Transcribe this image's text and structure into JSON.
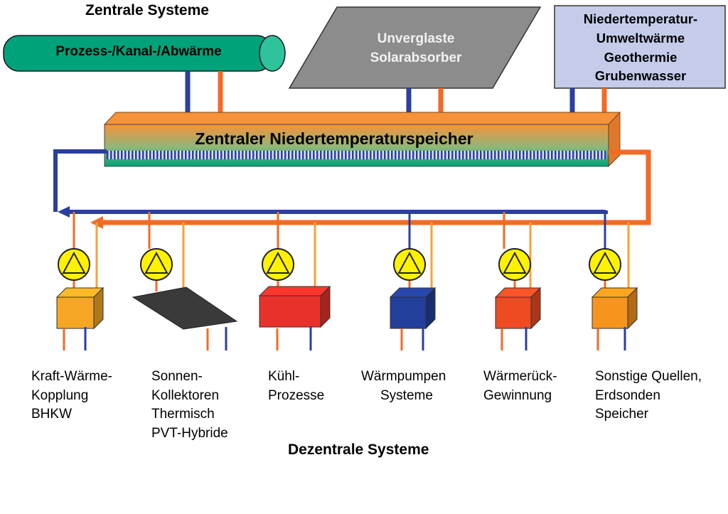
{
  "titles": {
    "central": "Zentrale Systeme",
    "decentral": "Dezentrale Systeme"
  },
  "sources": {
    "pipe": "Prozess-/Kanal-/Abwärme",
    "solar": [
      "Unverglaste",
      "Solarabsorber"
    ],
    "geo": [
      "Niedertemperatur-",
      "Umweltwärme",
      "Geothermie",
      "Grubenwasser"
    ]
  },
  "storage": {
    "label": "Zentraler Niedertemperaturspeicher"
  },
  "systems": [
    {
      "lines": [
        "Kraft-Wärme-",
        "Kopplung",
        "BHKW"
      ],
      "color": "#F5A623"
    },
    {
      "lines": [
        "Sonnen-",
        "Kollektoren",
        "Thermisch",
        "PVT-Hybride"
      ],
      "color": "#3A3A3A"
    },
    {
      "lines": [
        "Kühl-",
        "Prozesse"
      ],
      "color": "#E8312A"
    },
    {
      "lines": [
        "Wärmpumpen",
        "Systeme"
      ],
      "color": "#233F9C"
    },
    {
      "lines": [
        "Wärmerück-",
        "Gewinnung"
      ],
      "color": "#EE4B22"
    },
    {
      "lines": [
        "Sonstige Quellen,",
        "Erdsonden",
        "Speicher"
      ],
      "color": "#F7941D"
    }
  ],
  "colors": {
    "cold_pipe": "#2B3F9E",
    "warm_pipe": "#F46A25",
    "pump_fill": "#FFF200",
    "pipe_fill": "#00A27A",
    "solar_fill": "#8C8C8C",
    "geo_fill": "#C4CCEA",
    "storage_top": "#F7923A"
  },
  "icons": {
    "pump": "pump-triangle-icon"
  }
}
